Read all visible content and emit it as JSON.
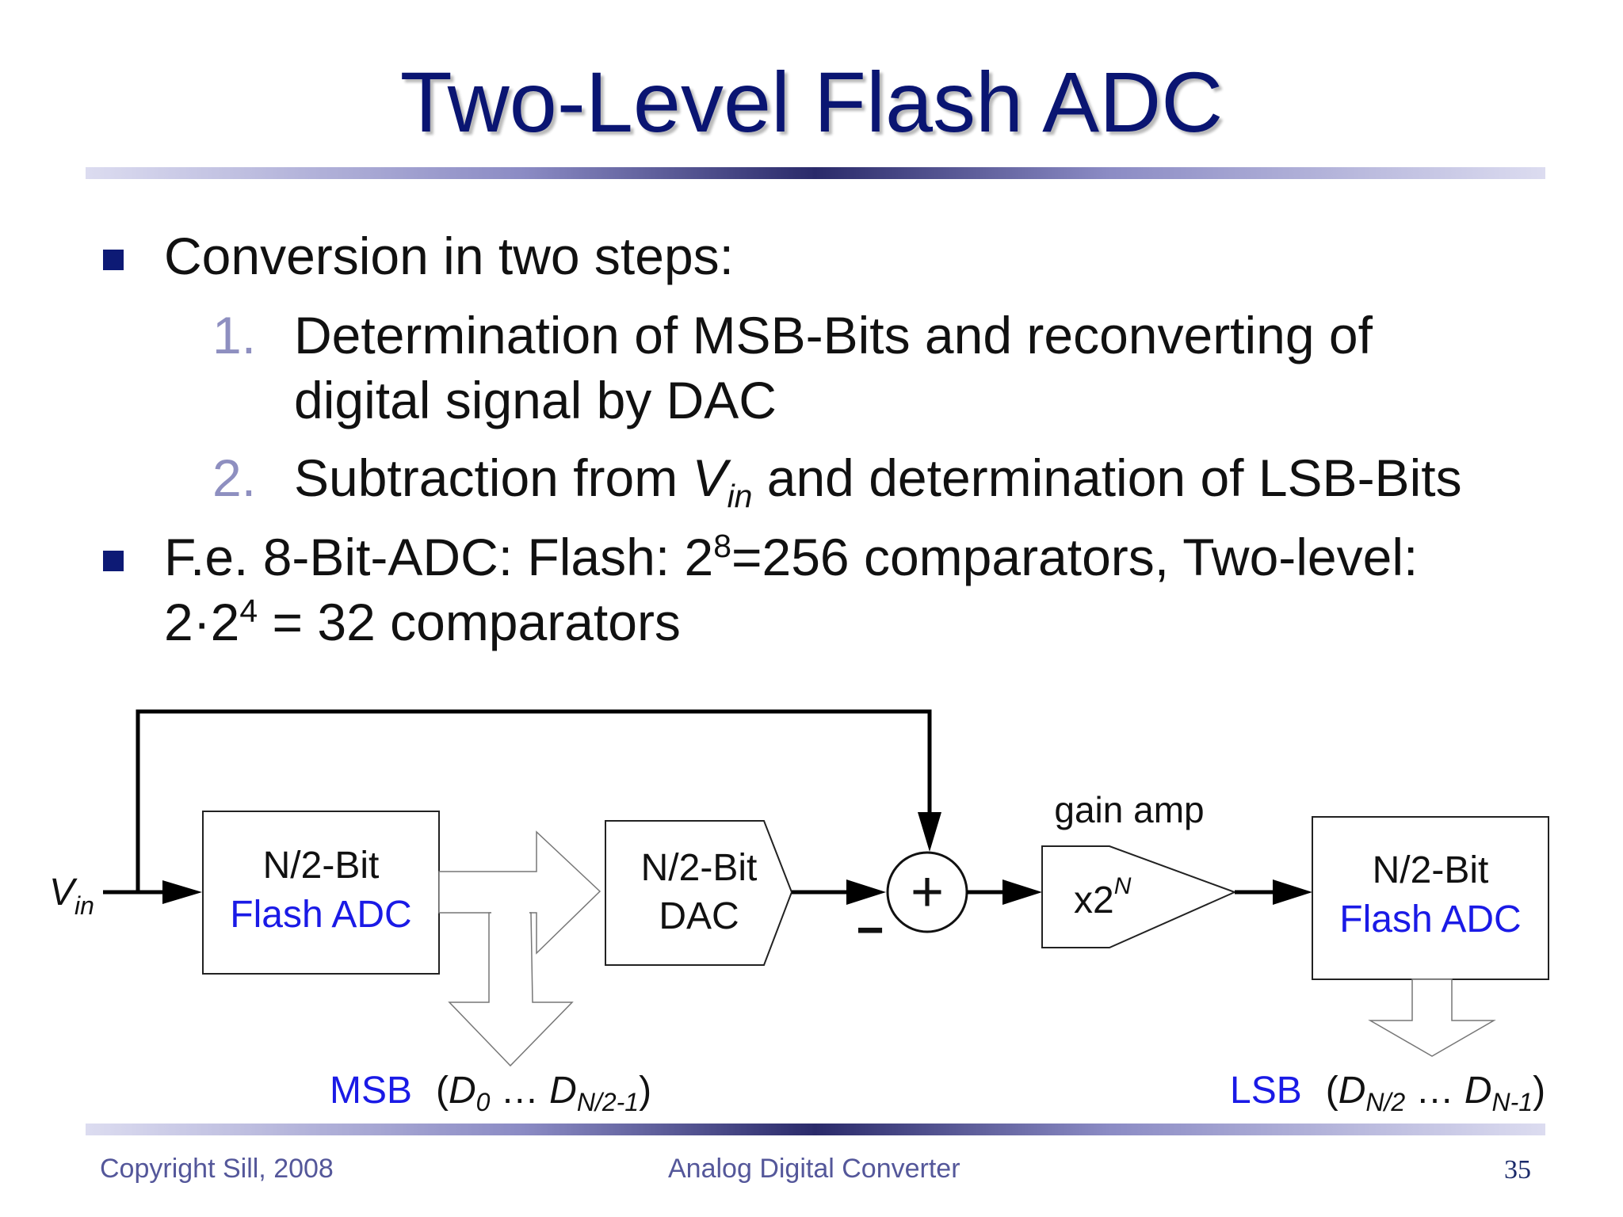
{
  "slide": {
    "title": "Two-Level Flash ADC",
    "bullets": [
      {
        "text": "Conversion in two steps:"
      },
      {
        "text_prefix": "F.e. 8-Bit-ADC: Flash: 2",
        "sup": "8",
        "text_suffix": "=256 comparators, Two-level:",
        "line2_prefix": "2·2",
        "line2_sup": "4",
        "line2_suffix": " = 32 comparators"
      }
    ],
    "steps": [
      {
        "number": "1.",
        "line1": "Determination of MSB-Bits and reconverting of",
        "line2": "digital signal by DAC"
      },
      {
        "number": "2.",
        "prefix": "Subtraction from ",
        "var": "V",
        "var_sub": "in",
        "suffix": " and determination of LSB-Bits"
      }
    ]
  },
  "diagram": {
    "vin_label": "V",
    "vin_sub": "in",
    "adc1": {
      "line1": "N/2-Bit",
      "line2": "Flash ADC"
    },
    "dac": {
      "line1": "N/2-Bit",
      "line2": "DAC"
    },
    "adder_symbol": "+",
    "minus_symbol": "−",
    "gain_label": "gain amp",
    "gain_text": "x2",
    "gain_sup": "N",
    "adc2": {
      "line1": "N/2-Bit",
      "line2": "Flash ADC"
    },
    "msb": {
      "label": "MSB",
      "open": "(",
      "d": "D",
      "sub0": "0",
      "dots": " … ",
      "d2": "D",
      "sub1": "N/2-1",
      "close": ")"
    },
    "lsb": {
      "label": "LSB",
      "open": "(",
      "d": "D",
      "sub0": "N/2",
      "dots": " … ",
      "d2": "D",
      "sub1": "N-1",
      "close": ")"
    }
  },
  "footer": {
    "copyright": "Copyright Sill, 2008",
    "center": "Analog Digital Converter",
    "page": "35"
  },
  "colors": {
    "title": "#0a1572",
    "blue_text": "#1a1ae6",
    "bullet": "#0d1a75",
    "number": "#8e8fc0"
  }
}
